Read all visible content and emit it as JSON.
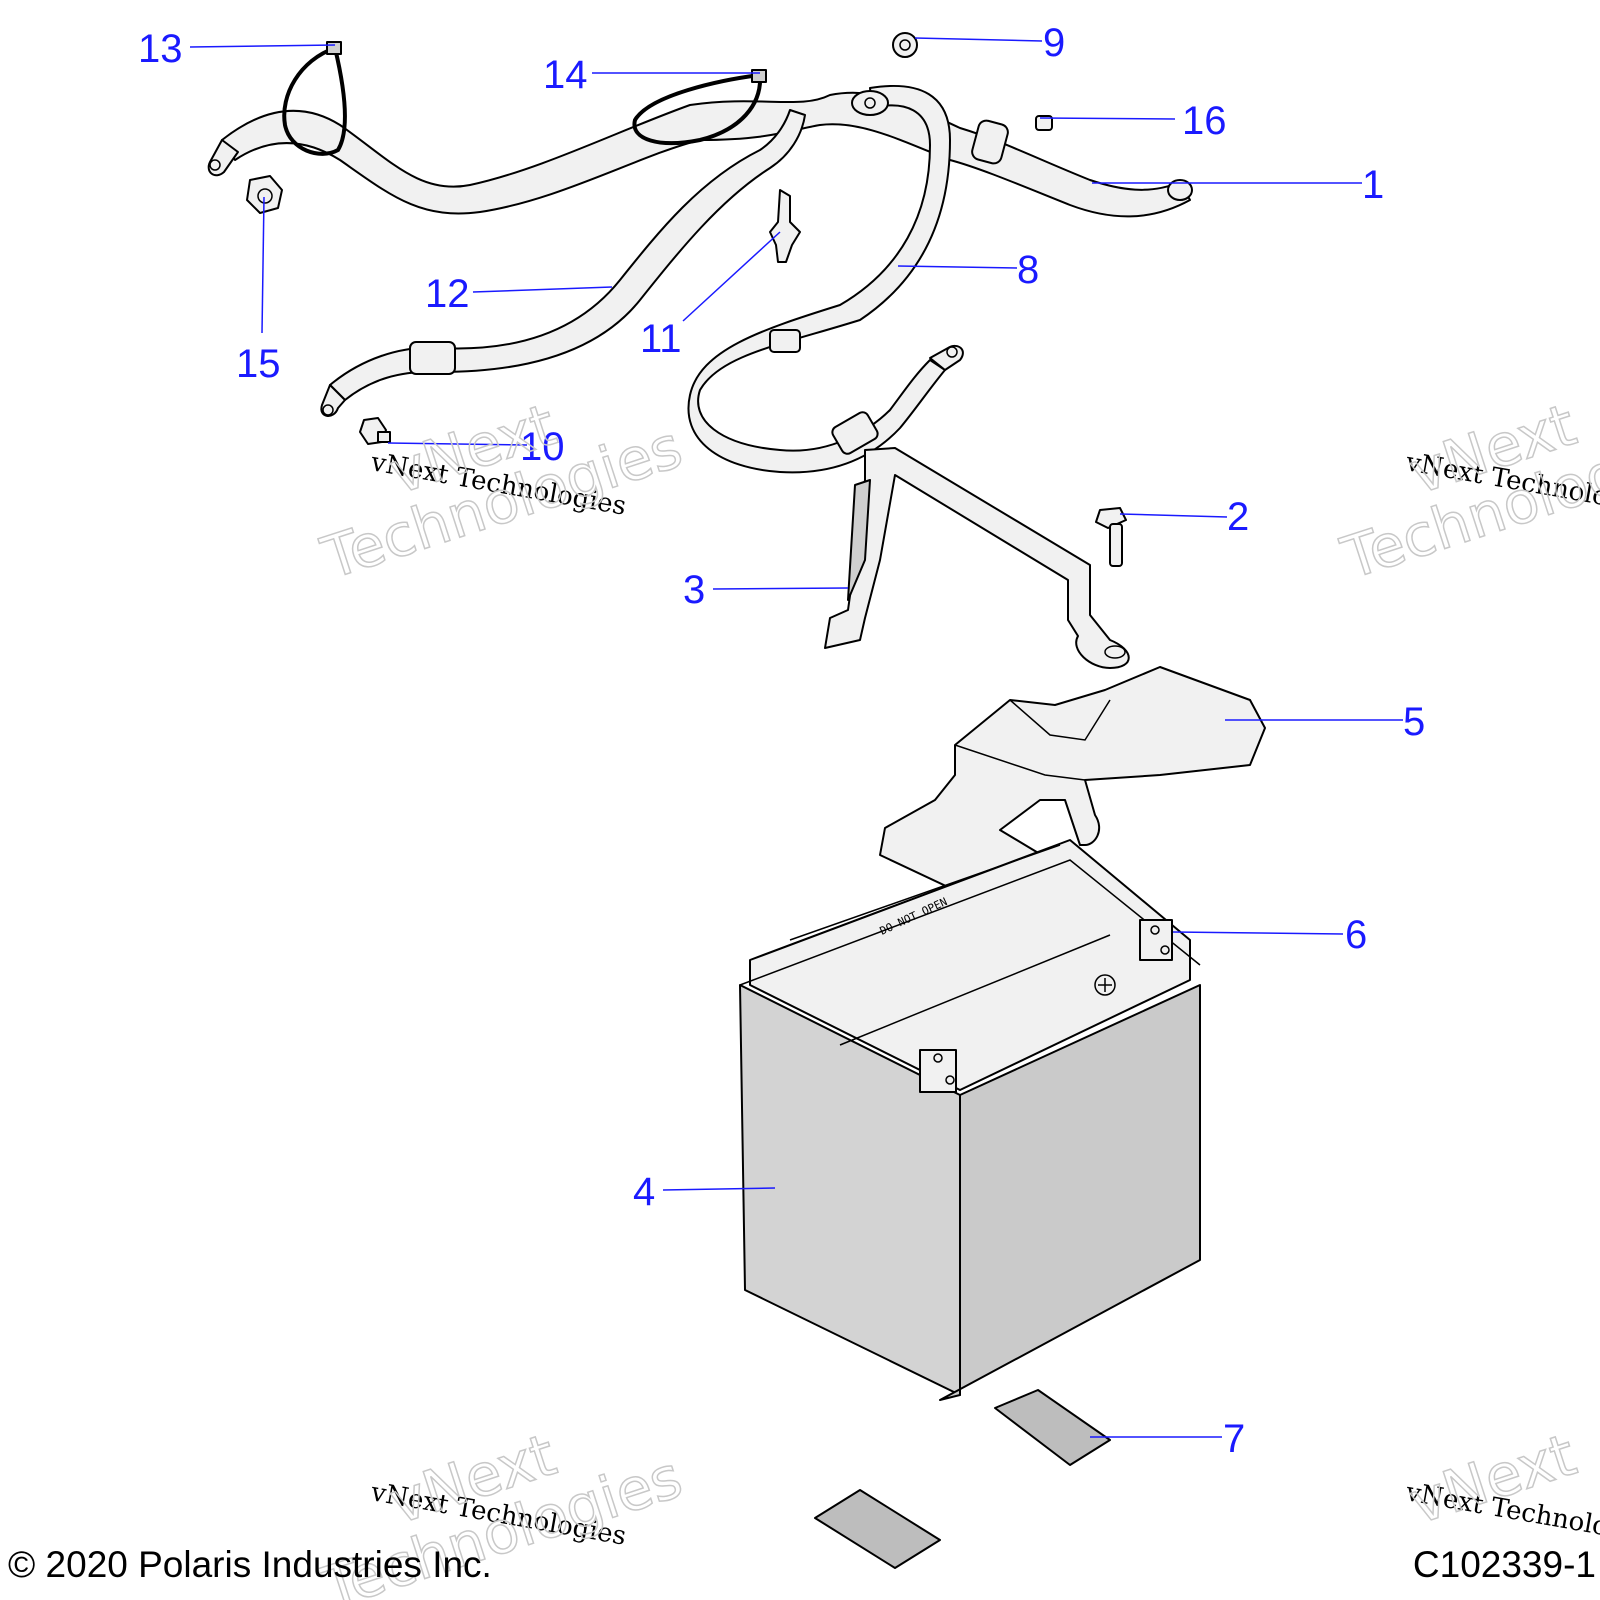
{
  "callouts": [
    {
      "id": "1",
      "label": "1"
    },
    {
      "id": "2",
      "label": "2"
    },
    {
      "id": "3",
      "label": "3"
    },
    {
      "id": "4",
      "label": "4"
    },
    {
      "id": "5",
      "label": "5"
    },
    {
      "id": "6",
      "label": "6"
    },
    {
      "id": "7",
      "label": "7"
    },
    {
      "id": "8",
      "label": "8"
    },
    {
      "id": "9",
      "label": "9"
    },
    {
      "id": "10",
      "label": "10"
    },
    {
      "id": "11",
      "label": "11"
    },
    {
      "id": "12",
      "label": "12"
    },
    {
      "id": "13",
      "label": "13"
    },
    {
      "id": "14",
      "label": "14"
    },
    {
      "id": "15",
      "label": "15"
    },
    {
      "id": "16",
      "label": "16"
    }
  ],
  "battery_label": "DO NOT OPEN",
  "watermark": {
    "line": "vNext Technologies",
    "big_top": "vNext",
    "big_bottom": "Technologies"
  },
  "footer": {
    "copyright": "© 2020 Polaris Industries Inc.",
    "figure_id": "C102339-1"
  }
}
